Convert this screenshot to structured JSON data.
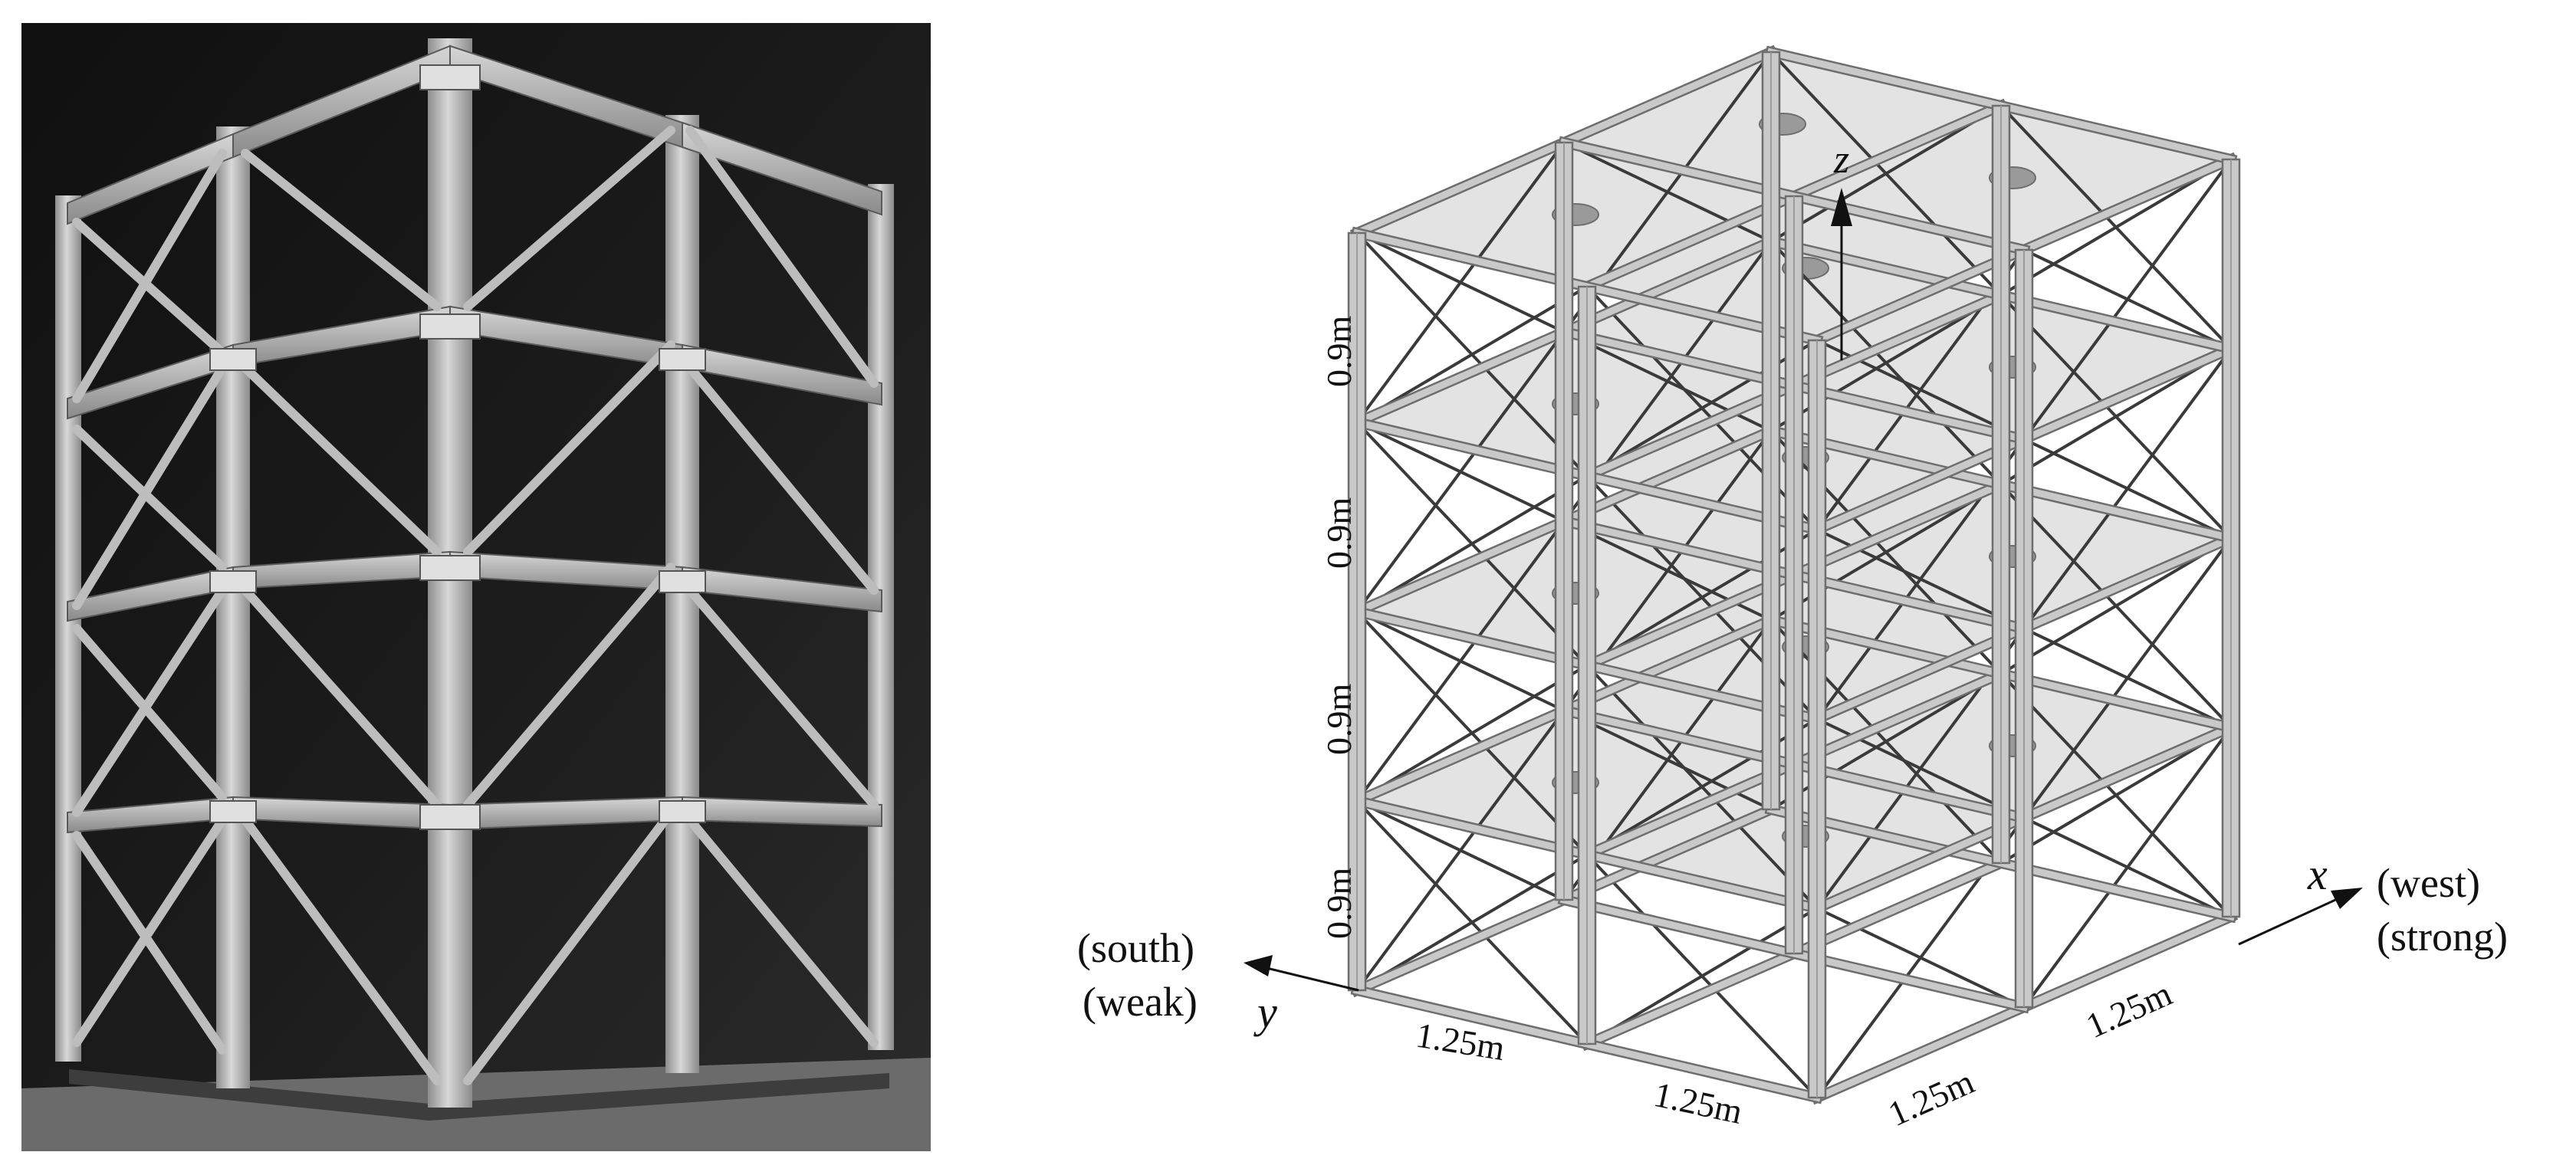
{
  "figure": {
    "photo": {
      "subject": "braced-steel-frame-specimen-photo"
    },
    "model": {
      "axis_labels": {
        "z": "z",
        "x": "x",
        "y": "y"
      },
      "direction_labels": {
        "x_direction": "(west)",
        "x_strength": "(strong)",
        "y_direction": "(south)",
        "y_strength": "(weak)"
      },
      "story_heights": [
        "0.9m",
        "0.9m",
        "0.9m",
        "0.9m"
      ],
      "bay_widths_y": [
        "1.25m",
        "1.25m"
      ],
      "bay_widths_x": [
        "1.25m",
        "1.25m"
      ],
      "colors": {
        "member": "#c9c9c9",
        "member_edge": "#6e6e6e",
        "slab": "#e3e3e3",
        "brace": "#3a3a3a",
        "mass": "#9a9a9a"
      }
    }
  }
}
